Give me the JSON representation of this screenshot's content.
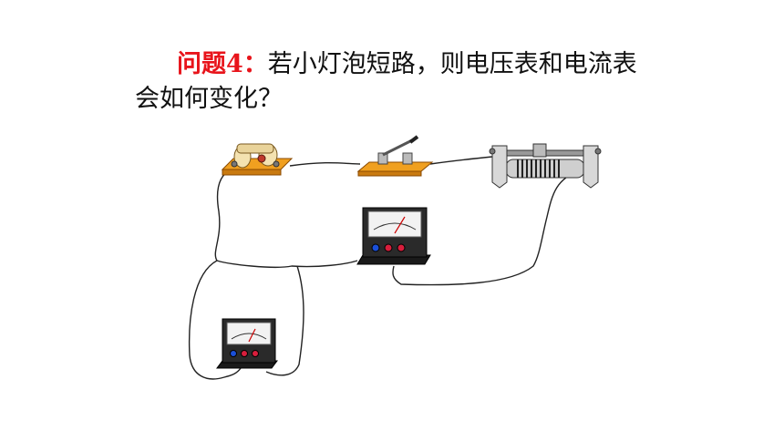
{
  "question": {
    "label": "问题4：",
    "line1": "若小灯泡短路，则电压表和电流表",
    "line2": "会如何变化？"
  },
  "colors": {
    "label": "#e8141b",
    "board": "#f0a020",
    "wire": "#222222",
    "meter_body": "#2a2a2a",
    "terminal_red": "#d81e3c",
    "terminal_blue": "#1a4fd8"
  },
  "circuit": {
    "components": [
      {
        "name": "lamp-holder-icon",
        "kind": "bulb holder"
      },
      {
        "name": "knife-switch-icon",
        "kind": "switch"
      },
      {
        "name": "rheostat-icon",
        "kind": "sliding rheostat"
      },
      {
        "name": "ammeter-icon",
        "kind": "meter"
      },
      {
        "name": "voltmeter-icon",
        "kind": "meter"
      }
    ]
  }
}
